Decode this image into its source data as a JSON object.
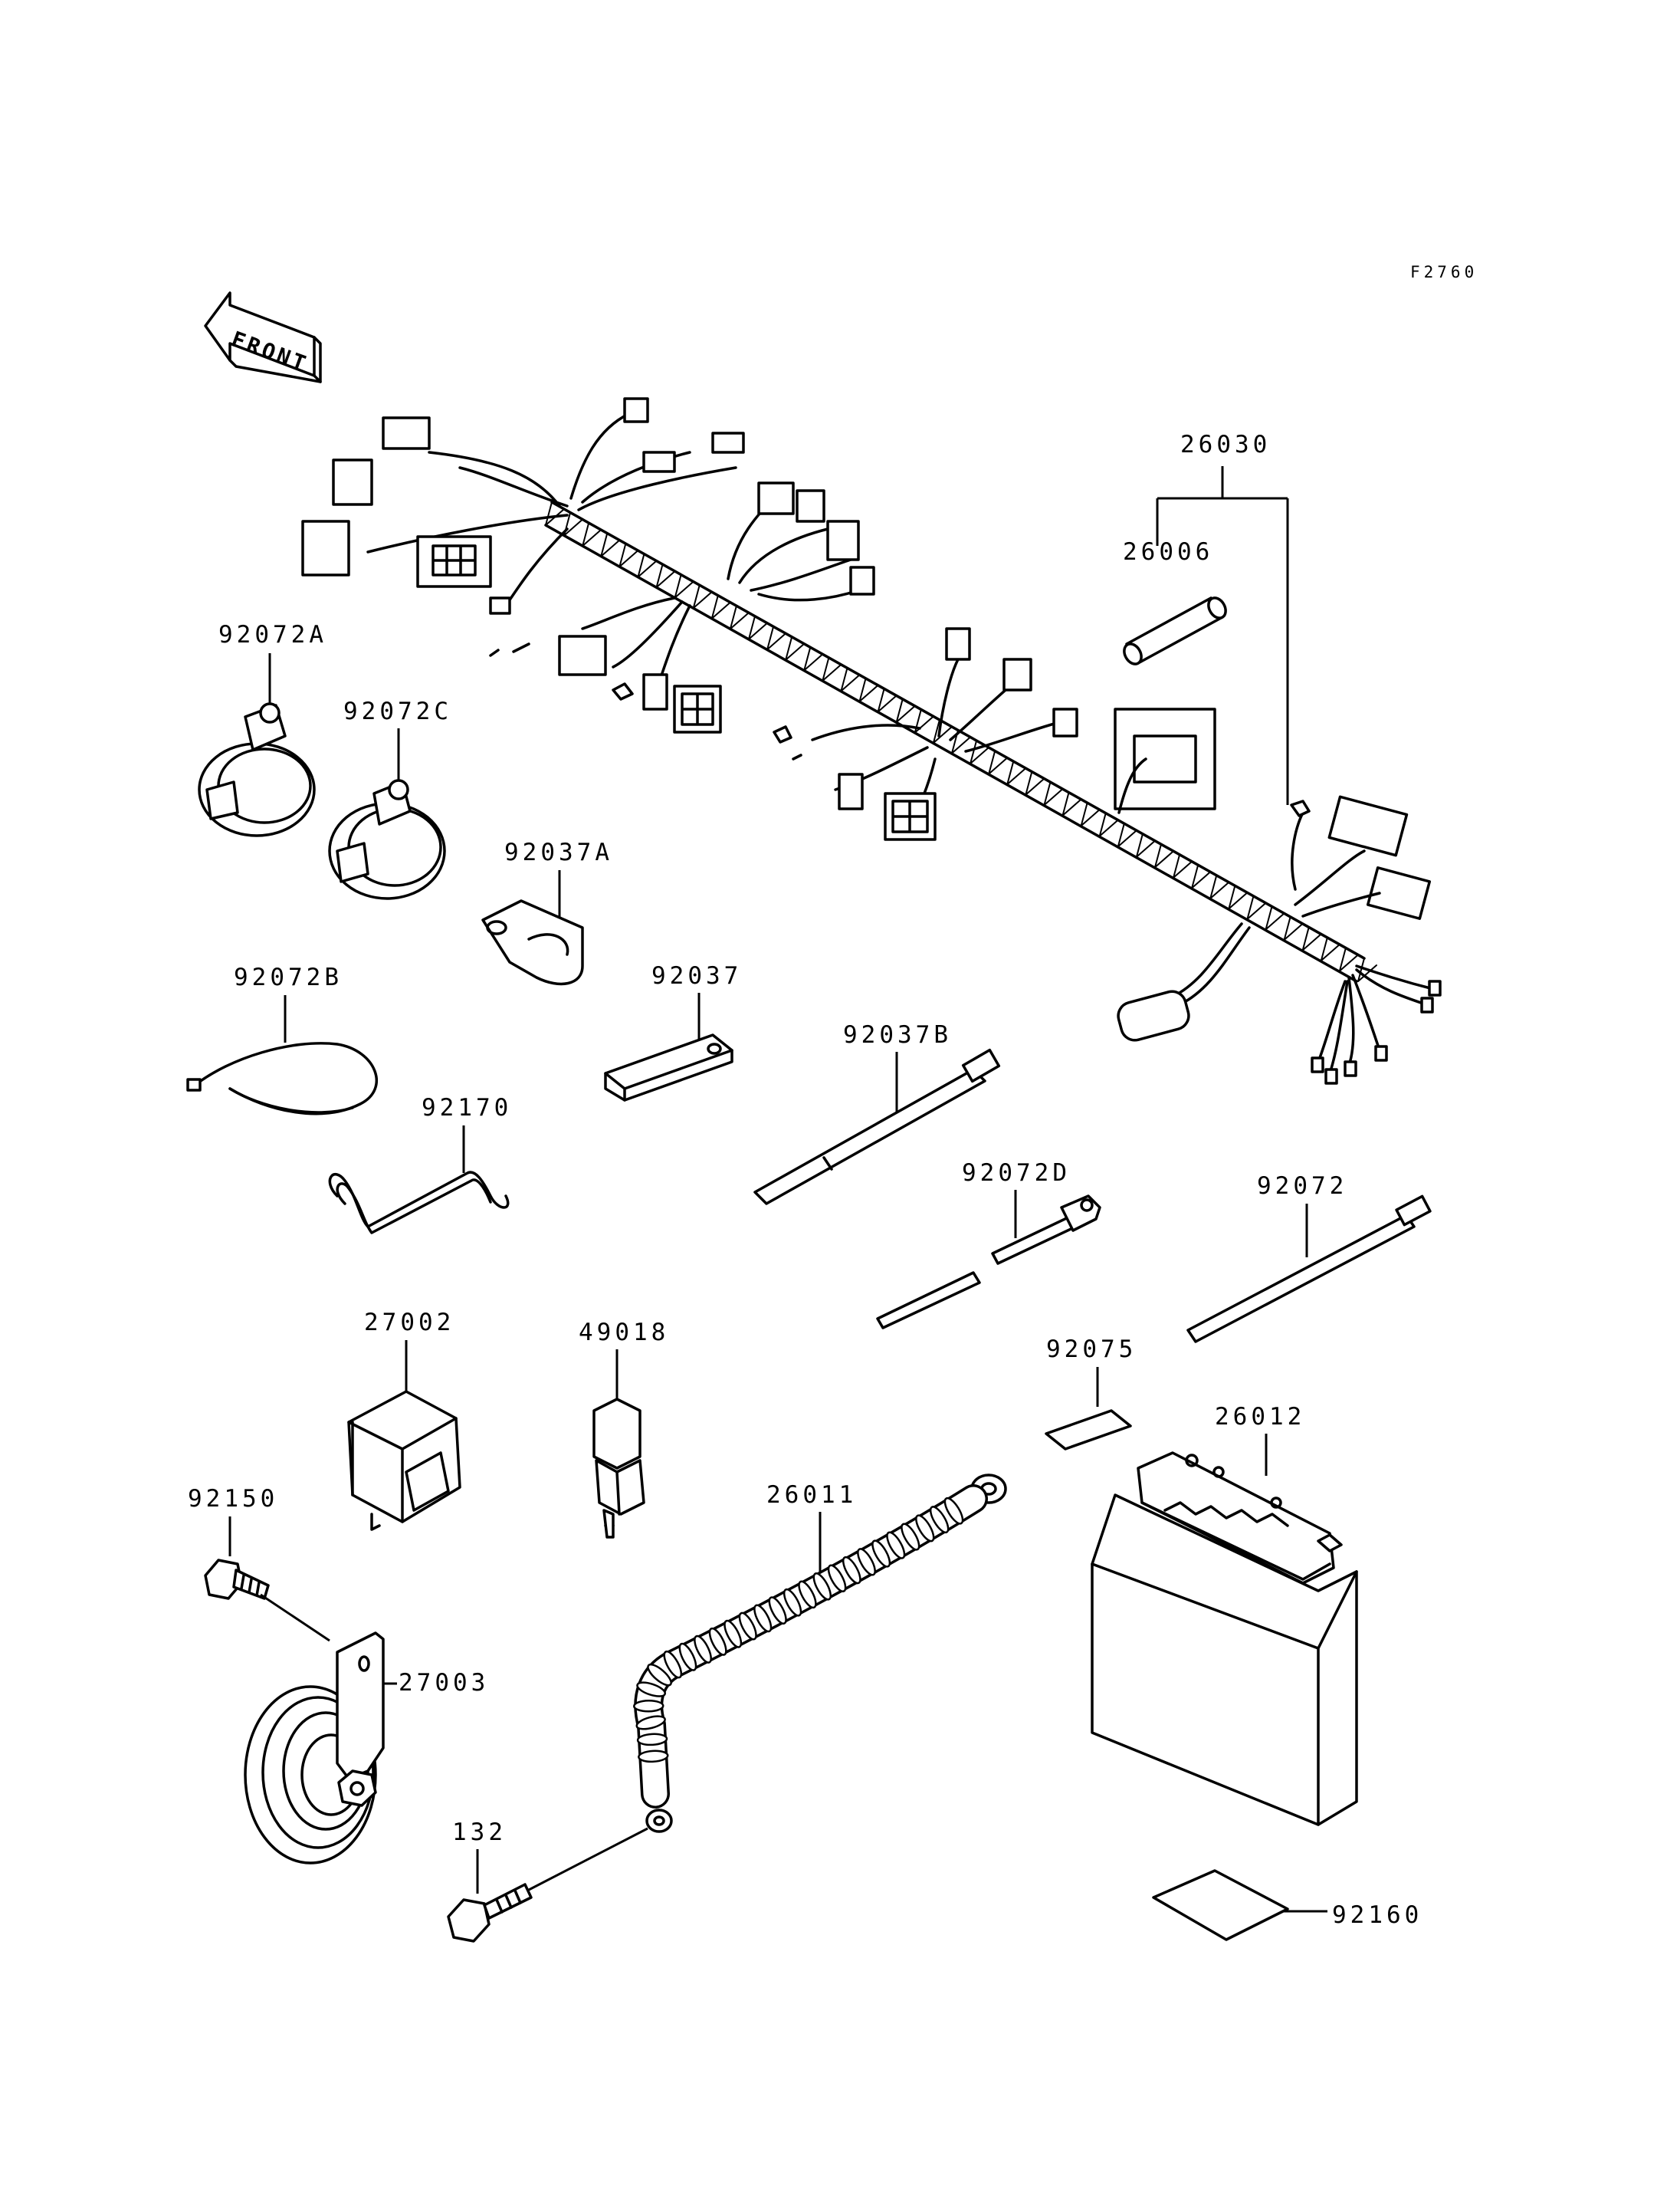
{
  "figure_ref": "F2760",
  "front_label": "FRONT",
  "parts": {
    "p26030": "26030",
    "p26006": "26006",
    "p92072A": "92072A",
    "p92072C": "92072C",
    "p92037A": "92037A",
    "p92072B": "92072B",
    "p92037": "92037",
    "p92037B": "92037B",
    "p92170": "92170",
    "p92072D": "92072D",
    "p92072": "92072",
    "p27002": "27002",
    "p49018": "49018",
    "p92075": "92075",
    "p26012": "26012",
    "p92150": "92150",
    "p26011": "26011",
    "p27003": "27003",
    "p132": "132",
    "p92160": "92160"
  }
}
